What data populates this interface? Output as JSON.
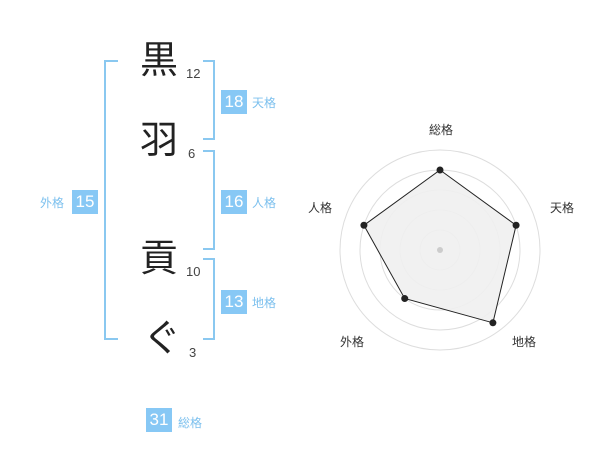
{
  "name_chars": [
    {
      "char": "黒",
      "strokes": "12"
    },
    {
      "char": "羽",
      "strokes": "6"
    },
    {
      "char": "貢",
      "strokes": "10"
    },
    {
      "char": "ぐ",
      "strokes": "3"
    }
  ],
  "fortunes": {
    "tenkaku": {
      "value": "18",
      "label": "天格"
    },
    "jinkaku": {
      "value": "16",
      "label": "人格"
    },
    "chikaku": {
      "value": "13",
      "label": "地格"
    },
    "gaikaku": {
      "value": "15",
      "label": "外格"
    },
    "soukaku": {
      "value": "31",
      "label": "総格"
    }
  },
  "colors": {
    "accent": "#87c8f5",
    "label": "#7cc0ee",
    "bracket": "#8ac8f0",
    "radar_fill": "#f0f0f0",
    "radar_line": "#222222"
  },
  "chart_data": {
    "type": "radar",
    "axes": [
      "総格",
      "天格",
      "地格",
      "外格",
      "人格"
    ],
    "rings": 5,
    "values": [
      4.0,
      4.0,
      4.5,
      3.0,
      4.0
    ],
    "max": 5
  }
}
